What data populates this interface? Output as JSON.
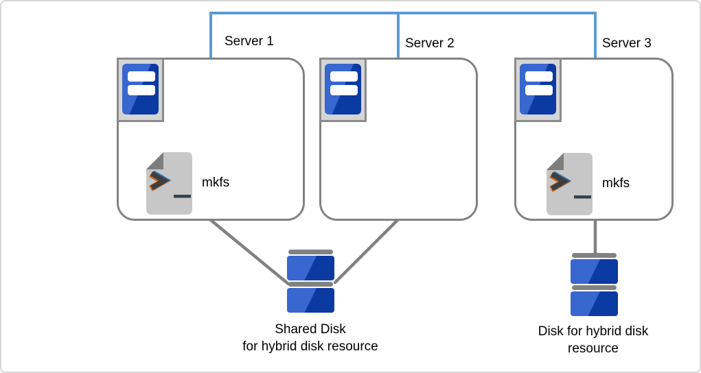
{
  "colors": {
    "interconnect_blue": "#5b9bd5",
    "link_line_gray": "#818181",
    "box_border_gray": "#828282",
    "server_blue_light": "#3767cf",
    "server_blue_dark": "#0b3aa2",
    "icon_frame_gray": "#d5d5d5",
    "document_gray": "#c7c7c7",
    "document_fold_gray": "#7d7d7d"
  },
  "servers": [
    {
      "label": "Server 1",
      "has_mkfs": true,
      "mkfs_label": "mkfs"
    },
    {
      "label": "Server 2",
      "has_mkfs": false
    },
    {
      "label": "Server 3",
      "has_mkfs": true,
      "mkfs_label": "mkfs"
    }
  ],
  "disks": [
    {
      "caption_line1": "Shared Disk",
      "caption_line2": "for hybrid disk resource",
      "connected_servers": [
        "Server 1",
        "Server 2"
      ]
    },
    {
      "caption_line1": "Disk for hybrid disk",
      "caption_line2": "resource",
      "connected_servers": [
        "Server 3"
      ]
    }
  ]
}
